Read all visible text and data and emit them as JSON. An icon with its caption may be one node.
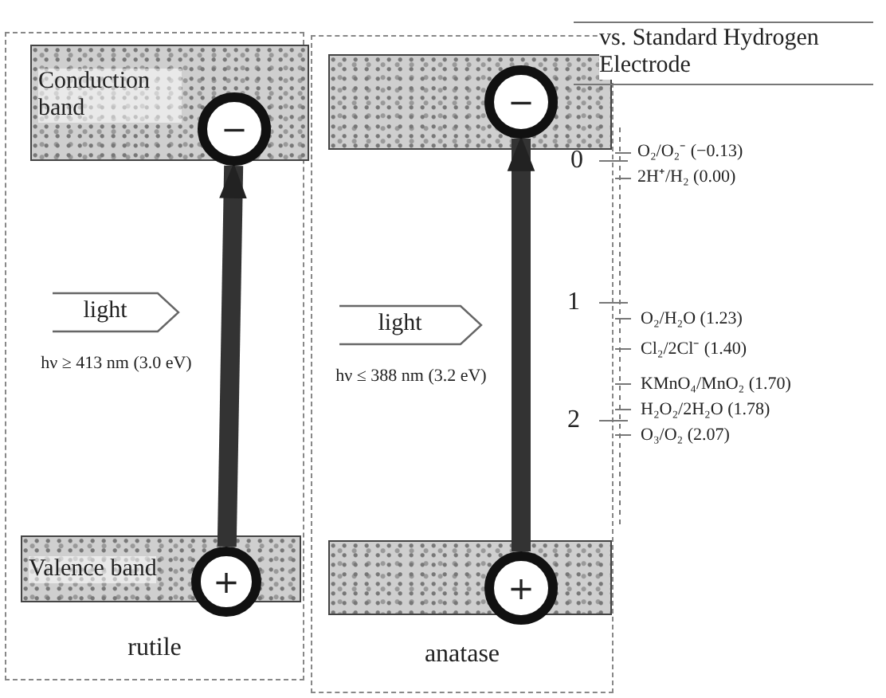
{
  "diagram": {
    "nodes": [
      {
        "text": [
          "rutile"
        ]
      },
      {
        "text": [
          "Conduction band"
        ],
        "in": 0
      },
      {
        "text": [
          "−"
        ],
        "in": 1
      },
      {
        "text": [
          "light"
        ],
        "beside": [
          "hν ≥ 413 nm (3.0 eV)"
        ],
        "in": 0
      },
      {
        "text": [
          "Valence band"
        ],
        "in": 0
      },
      {
        "text": [
          "+"
        ],
        "in": 4
      },
      {
        "text": [
          "anatase"
        ]
      },
      {
        "text": [],
        "shape": "box",
        "in": 6
      },
      {
        "text": [
          "−"
        ],
        "in": 7
      },
      {
        "text": [
          "light"
        ],
        "beside": [
          "hν ≤ 388 nm (3.2 eV)"
        ],
        "in": 6
      },
      {
        "text": [],
        "shape": "box",
        "in": 6
      },
      {
        "text": [
          "+"
        ],
        "in": 10
      }
    ],
    "edges": [
      {
        "from": 5,
        "to": 2,
        "arrow": "to"
      },
      {
        "from": 11,
        "to": 8,
        "arrow": "to"
      }
    ],
    "labels": [
      "vs. Standard Hydrogen Electrode",
      "0",
      "O₂/O₂⁻ (−0.13)",
      "2H⁺/H₂ (0.00)",
      "1",
      "O₂/H₂O (1.23)",
      "Cl₂/2Cl⁻ (1.40)",
      "KMnO₄/MnO₂ (1.70)",
      "2",
      "H₂O₂/2H₂O (1.78)",
      "O₃/O₂ (2.07)"
    ]
  }
}
